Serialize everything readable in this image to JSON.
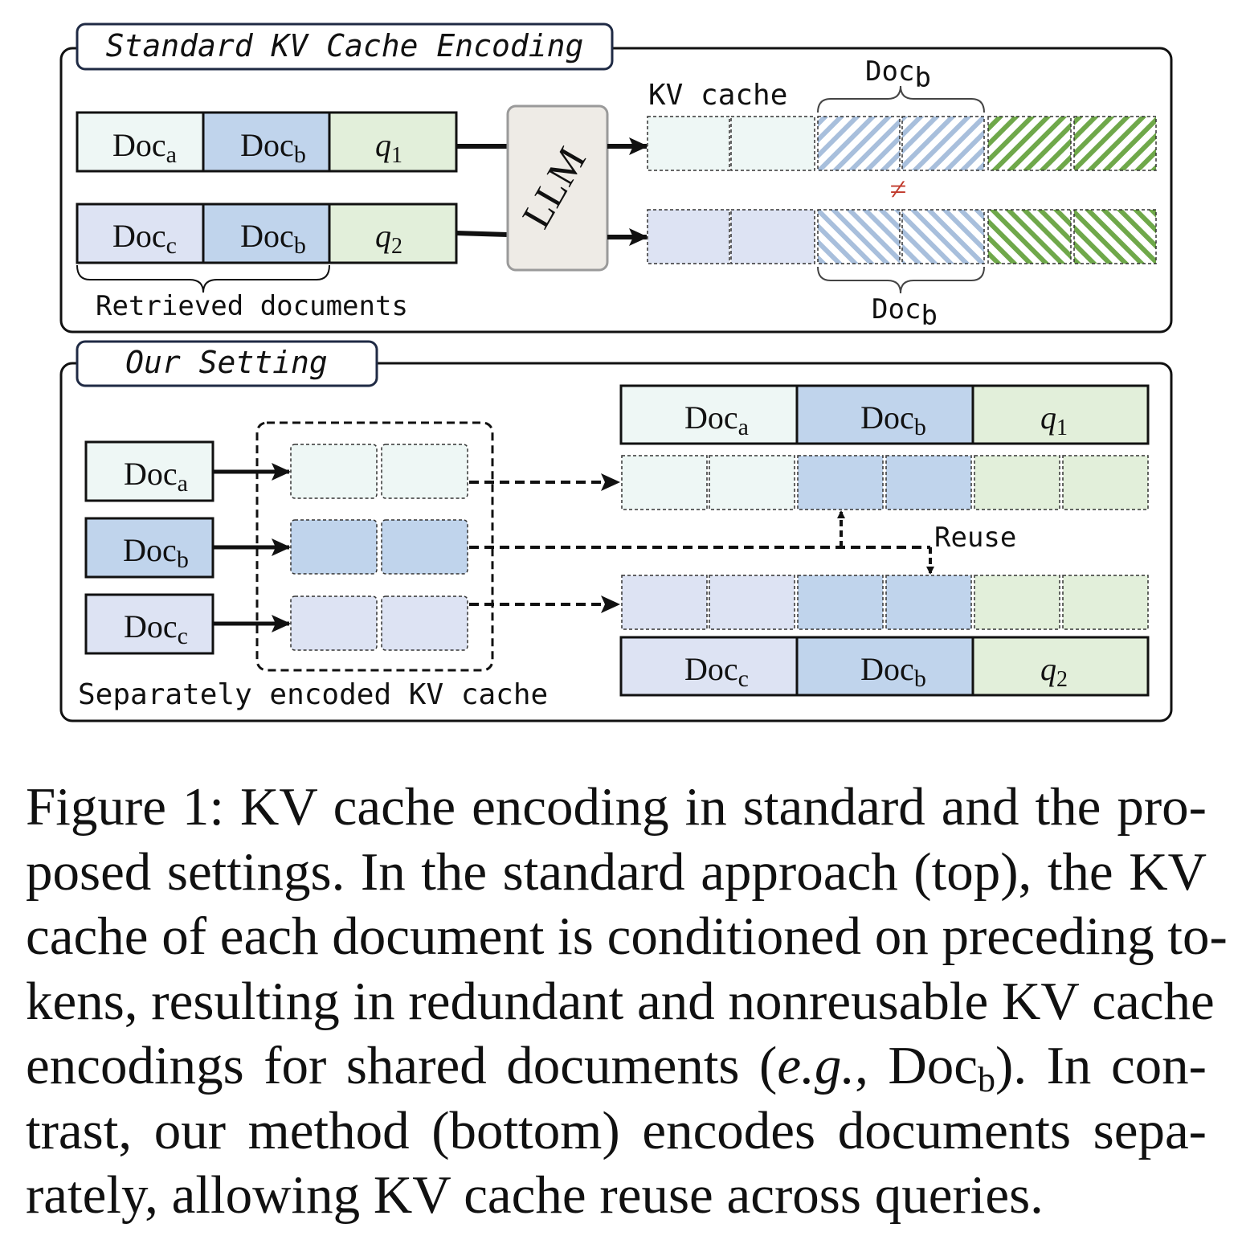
{
  "top_panel": {
    "title": "Standard KV Cache Encoding",
    "row1": {
      "doc1": "Doc",
      "doc1_sub": "a",
      "doc2": "Doc",
      "doc2_sub": "b",
      "query": "q",
      "query_sub": "1"
    },
    "row2": {
      "doc1": "Doc",
      "doc1_sub": "c",
      "doc2": "Doc",
      "doc2_sub": "b",
      "query": "q",
      "query_sub": "2"
    },
    "llm_label": "LLM",
    "kv_cache_label": "KV cache",
    "brace_top": {
      "text": "Doc",
      "sub": "b"
    },
    "brace_bottom": {
      "text": "Doc",
      "sub": "b"
    },
    "not_equal": "≠",
    "retrieved_label": "Retrieved documents"
  },
  "bottom_panel": {
    "title": "Our Setting",
    "inputs": [
      {
        "text": "Doc",
        "sub": "a"
      },
      {
        "text": "Doc",
        "sub": "b"
      },
      {
        "text": "Doc",
        "sub": "c"
      }
    ],
    "separate_label": "Separately encoded KV cache",
    "reuse_label": "Reuse",
    "seq1": {
      "doc1": "Doc",
      "doc1_sub": "a",
      "doc2": "Doc",
      "doc2_sub": "b",
      "query": "q",
      "query_sub": "1"
    },
    "seq2": {
      "doc1": "Doc",
      "doc1_sub": "c",
      "doc2": "Doc",
      "doc2_sub": "b",
      "query": "q",
      "query_sub": "2"
    }
  },
  "colors": {
    "doc_a": "#eef7f5",
    "doc_b": "#c0d4ec",
    "doc_c": "#dde3f3",
    "query": "#e2efda",
    "llm": "#eeebe6",
    "stripe_blue": "#a8bfdc",
    "stripe_green": "#6fa84a",
    "ne_red": "#c0392b",
    "title_border": "#1f2a44"
  },
  "caption": {
    "lines": [
      "Figure 1: KV cache encoding in standard and the pro-",
      "posed settings. In the standard approach (top), the KV",
      "cache of each document is conditioned on preceding to-",
      "kens, resulting in redundant and nonreusable KV cache"
    ],
    "line5_pre": "encodings for shared documents (",
    "line5_eg": "e.g.",
    "line5_mid": ", Doc",
    "line5_sub": "b",
    "line5_post": "). In con-",
    "line6": "trast, our method (bottom) encodes documents sepa-",
    "line7": "rately, allowing KV cache reuse across queries."
  }
}
